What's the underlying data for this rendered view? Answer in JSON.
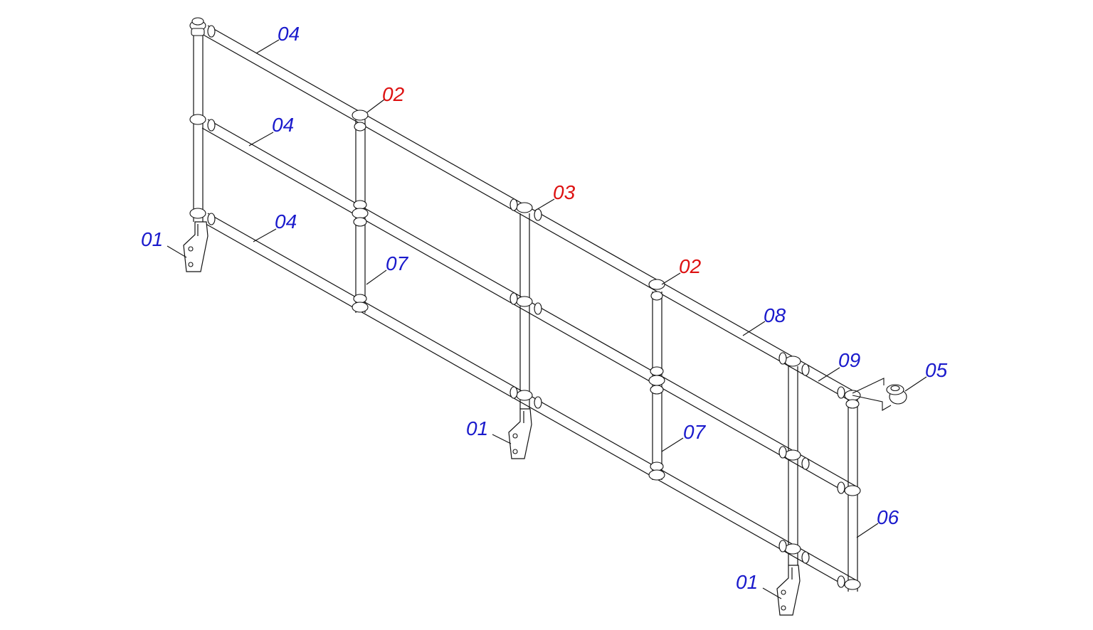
{
  "colors": {
    "part_label": "#1a1acc",
    "highlight_label": "#dd1111",
    "line": "#111111"
  },
  "labels": {
    "p01_a": "01",
    "p01_b": "01",
    "p01_c": "01",
    "p02_a": "02",
    "p02_b": "02",
    "p03": "03",
    "p04_top": "04",
    "p04_mid": "04",
    "p04_bot": "04",
    "p05": "05",
    "p06": "06",
    "p07_a": "07",
    "p07_b": "07",
    "p08": "08",
    "p09": "09"
  }
}
